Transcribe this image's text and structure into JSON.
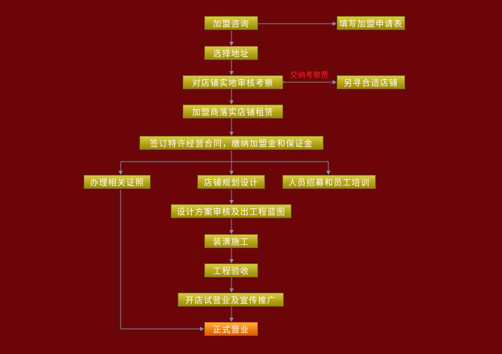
{
  "colors": {
    "background": "#6b0507",
    "node": "#b7a617",
    "final_node": "#f07a14",
    "line": "#8a8fa6",
    "edge_label": "#ff1e1e"
  },
  "nodes": {
    "consult": "加盟咨询",
    "application_form": "填写加盟申请表",
    "choose_location": "选择地址",
    "store_inspection": "对店铺实地审核考察",
    "find_other_store": "另寻合适店铺",
    "implement_store_lease": "加盟商落实店铺租赁",
    "sign_contract": "签订特许经营合同，缴纳加盟金和保证金",
    "handle_certificates": "办理相关证照",
    "store_design": "店铺规划设计",
    "staff_training": "人员招募和员工培训",
    "design_review": "设计方案审核及出工程蓝图",
    "decoration": "装潢施工",
    "acceptance": "工程验收",
    "trial_operation": "开店试营业及宣传推广",
    "official_opening": "正式营业"
  },
  "edge_labels": {
    "inspection_fee": "交纳考察费"
  }
}
